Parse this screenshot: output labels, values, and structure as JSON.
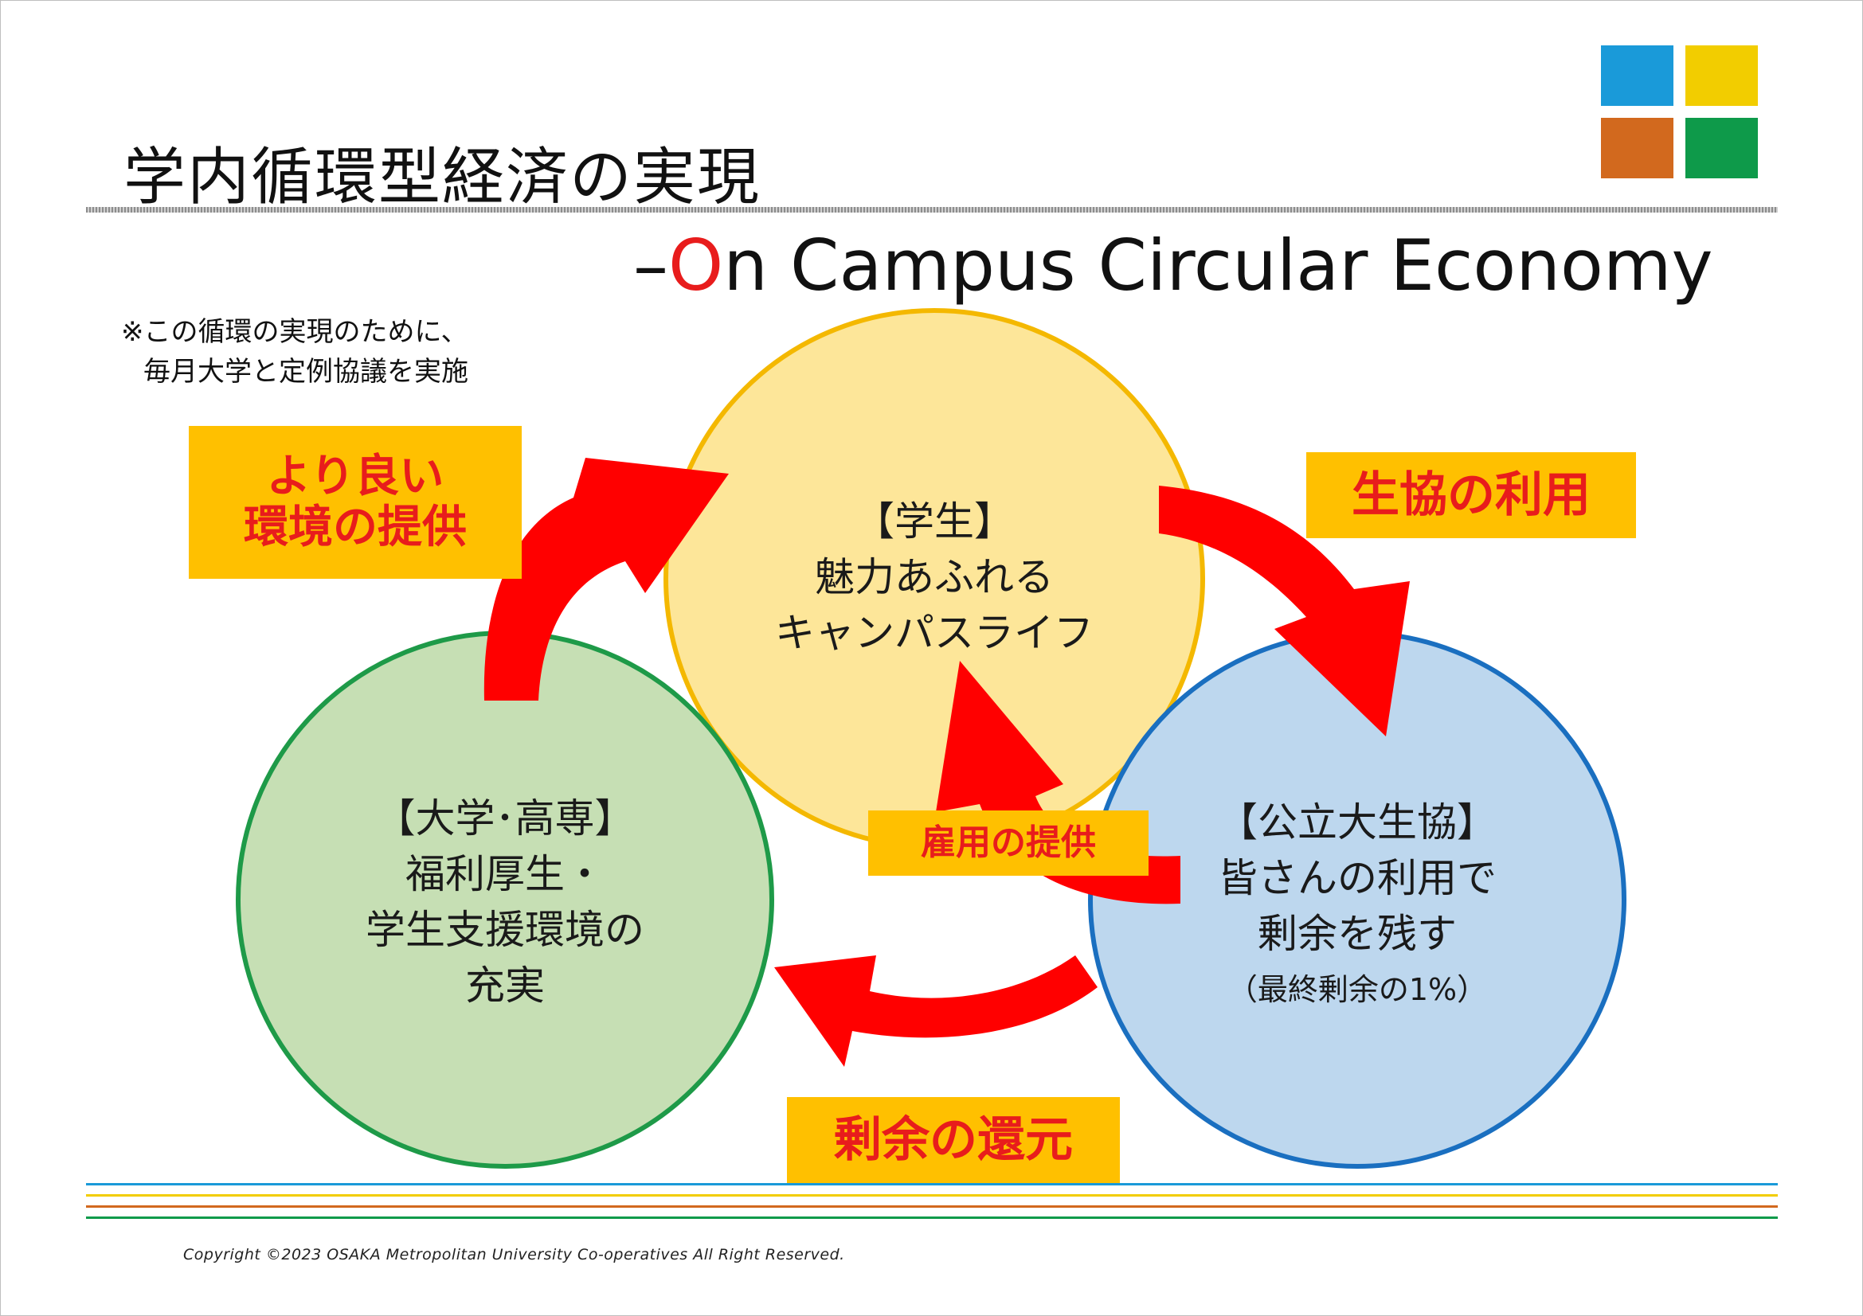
{
  "title": "学内循環型経済の実現",
  "subtitle": {
    "dash": "–",
    "o": "O",
    "rest": "n Campus Circular Economy"
  },
  "note": {
    "line1": "※この循環の実現のために、",
    "line2": "毎月大学と定例協議を実施"
  },
  "nodes": {
    "student": {
      "heading": "【学生】",
      "line1": "魅力あふれる",
      "line2": "キャンパスライフ"
    },
    "university": {
      "heading": "【大学･高専】",
      "line1": "福利厚生・",
      "line2": "学生支援環境の",
      "line3": "充実"
    },
    "coop": {
      "heading": "【公立大生協】",
      "line1": "皆さんの利用で",
      "line2": "剰余を残す",
      "line3": "（最終剰余の1%）"
    }
  },
  "labels": {
    "better_env_line1": "より良い",
    "better_env_line2": "環境の提供",
    "coop_use": "生協の利用",
    "employment": "雇用の提供",
    "return_surplus": "剰余の還元"
  },
  "colors": {
    "blue_square": "#1a9ad9",
    "yellow_square": "#f2cd00",
    "orange_square": "#d2691e",
    "green_square": "#0e9a4a",
    "student_fill": "#fde699",
    "student_stroke": "#f4b800",
    "university_fill": "#c6dfb4",
    "university_stroke": "#1e9a48",
    "coop_fill": "#bdd7ee",
    "coop_stroke": "#1a6fc0",
    "arrow": "#ff0000",
    "label_bg": "#ffc000",
    "label_text": "#e81c1c"
  },
  "copyright": "Copyright ©2023 OSAKA Metropolitan University Co-operatives All Right Reserved."
}
